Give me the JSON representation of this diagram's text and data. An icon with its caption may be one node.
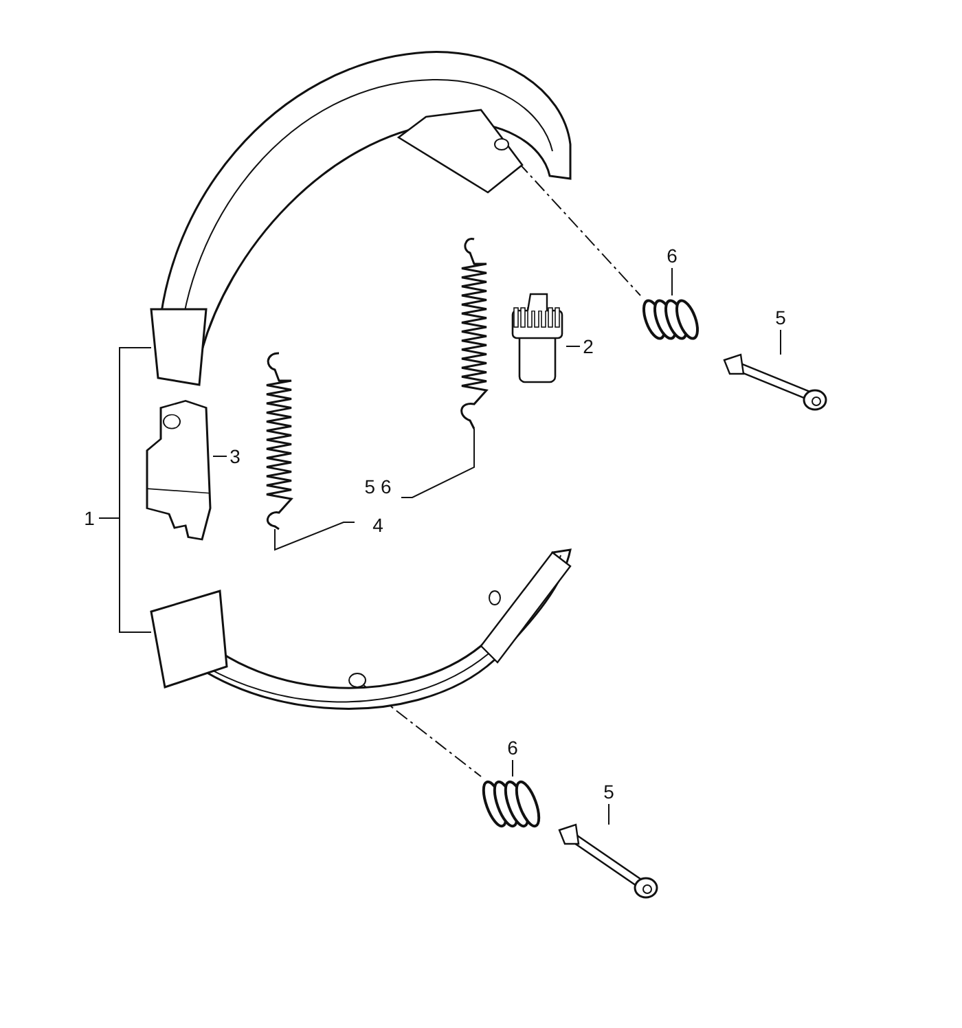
{
  "diagram": {
    "nodes": [
      {
        "text": [
          "1"
        ]
      },
      {
        "text": [],
        "shape": "picture"
      },
      {
        "text": [],
        "shape": "picture"
      },
      {
        "text": [
          "3"
        ]
      },
      {
        "text": [],
        "shape": "picture"
      },
      {
        "text": [
          "2"
        ]
      },
      {
        "text": [],
        "shape": "picture"
      },
      {
        "text": [
          "6"
        ]
      },
      {
        "text": [],
        "shape": "picture"
      },
      {
        "text": [
          "5"
        ]
      },
      {
        "text": [],
        "shape": "picture"
      },
      {
        "text": [
          "5",
          "6",
          "4"
        ]
      },
      {
        "text": [],
        "shape": "picture"
      },
      {
        "text": [],
        "shape": "picture"
      },
      {
        "text": [
          "6"
        ]
      },
      {
        "text": [],
        "shape": "picture"
      },
      {
        "text": [
          "5"
        ]
      },
      {
        "text": [],
        "shape": "picture"
      }
    ],
    "edges": [
      {
        "from": 0,
        "to": 1,
        "arrow": "none"
      },
      {
        "from": 0,
        "to": 2,
        "arrow": "none"
      },
      {
        "from": 3,
        "to": 4,
        "arrow": "none"
      },
      {
        "from": 5,
        "to": 6,
        "arrow": "none"
      },
      {
        "from": 7,
        "to": 8,
        "arrow": "none"
      },
      {
        "from": 9,
        "to": 10,
        "arrow": "none"
      },
      {
        "from": 11,
        "to": 12,
        "arrow": "none"
      },
      {
        "from": 11,
        "to": 13,
        "arrow": "none"
      },
      {
        "from": 14,
        "to": 15,
        "arrow": "none"
      },
      {
        "from": 16,
        "to": 17,
        "arrow": "none"
      },
      {
        "from": 1,
        "to": 8,
        "arrow": "none",
        "style": "dashed"
      },
      {
        "from": 2,
        "to": 15,
        "arrow": "none",
        "style": "dashed"
      }
    ]
  }
}
